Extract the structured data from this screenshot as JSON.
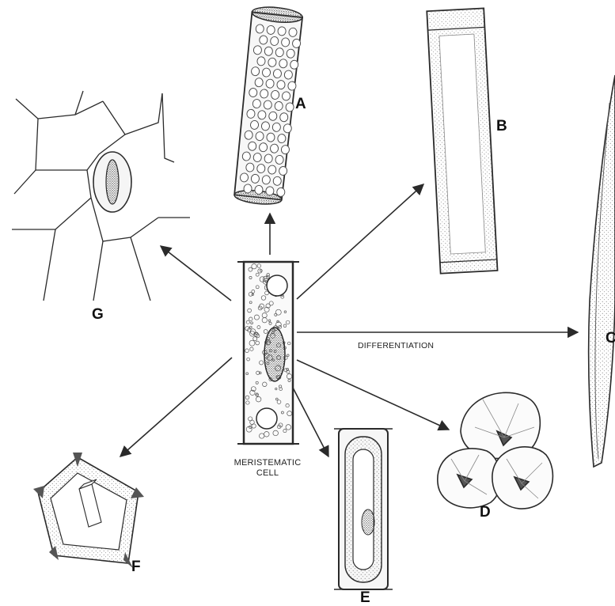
{
  "labels": {
    "a": "A",
    "b": "B",
    "c": "C",
    "d": "D",
    "e": "E",
    "f": "F",
    "g": "G"
  },
  "center": {
    "line1": "MERISTEMATIC",
    "line2": "CELL"
  },
  "arrow_c_label": "DIFFERENTIATION",
  "colors": {
    "ink": "#2a2a2a",
    "stipple": "#6a6a6a",
    "paper": "#ffffff"
  }
}
